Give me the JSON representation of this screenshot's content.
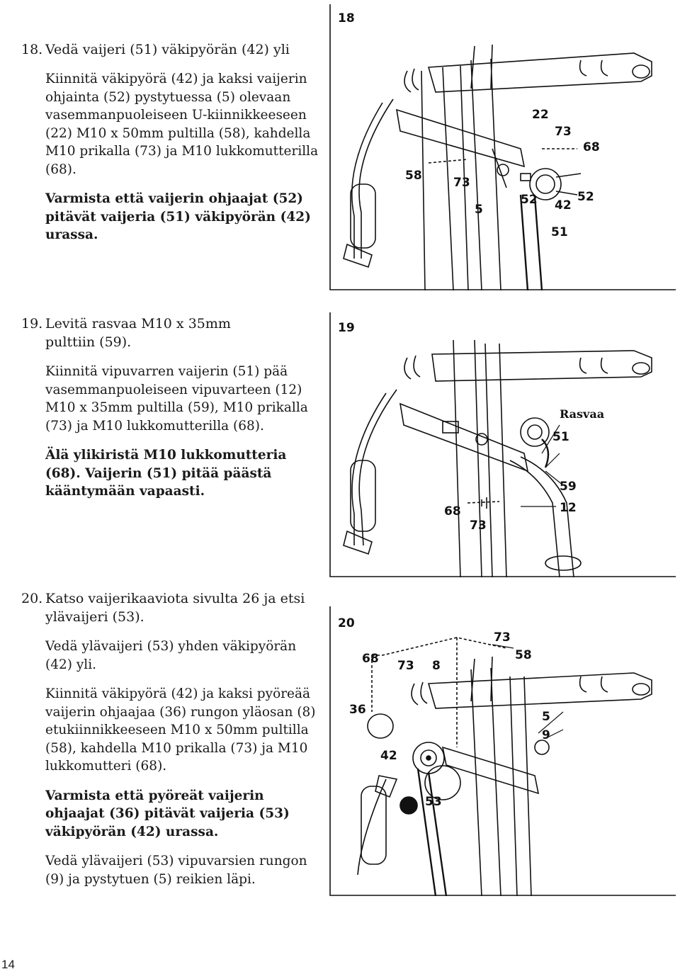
{
  "steps": [
    {
      "number": "18.",
      "title": "Vedä vaijeri (51) väkipyörän (42) yli",
      "paragraphs": [
        {
          "text": "Kiinnitä väkipyörä (42) ja kaksi vaijerin ohjainta (52) pystytuessa (5) olevaan vasemmanpuoleiseen U-kiinnikkeeseen (22) M10 x 50mm pultilla (58), kahdella M10 prikalla (73) ja M10 lukkomutterilla (68).",
          "bold": false
        },
        {
          "text": "Varmista että vaijerin ohjaajat (52) pitävät vaijeria (51) väkipyörän (42) urassa.",
          "bold": true
        }
      ]
    },
    {
      "number": "19.",
      "title": "Levitä rasvaa M10 x 35mm pulttiin (59).",
      "paragraphs": [
        {
          "text": "Kiinnitä vipuvarren vaijerin (51) pää vasemmanpuoleiseen vipuvarteen (12) M10 x 35mm pultilla (59), M10 prikalla (73) ja M10 lukkomutterilla (68).",
          "bold": false
        },
        {
          "text": "Älä ylikiristä M10 lukkomutteria (68). Vaijerin (51) pitää päästä kääntymään vapaasti.",
          "bold": true
        }
      ]
    },
    {
      "number": "20.",
      "title": "Katso vaijerikaaviota sivulta 26 ja etsi ylävaijeri (53).",
      "paragraphs": [
        {
          "text": "Vedä ylävaijeri (53) yhden väkipyörän (42) yli.",
          "bold": false
        },
        {
          "text": "Kiinnitä väkipyörä (42) ja kaksi pyöreää vaijerin ohjaajaa (36) rungon yläosan (8) etukiinnikkeeseen M10 x 50mm pultilla (58), kahdella M10 prikalla (73) ja M10 lukkomutteri (68).",
          "bold": false
        },
        {
          "text": "Varmista että pyöreät vaijerin ohjaajat (36) pitävät vaijeria (53) väkipyörän (42) urassa.",
          "bold": true
        },
        {
          "text": "Vedä ylävaijeri (53) vipuvarsien rungon (9) ja pystytuen (5) reikien läpi.",
          "bold": false
        }
      ]
    }
  ],
  "figures": [
    {
      "tag": "18",
      "labels": [
        "22",
        "73",
        "68",
        "58",
        "73",
        "52",
        "52",
        "42",
        "5",
        "51"
      ]
    },
    {
      "tag": "19",
      "labels": [
        "Rasvaa",
        "51",
        "59",
        "68",
        "73",
        "12"
      ]
    },
    {
      "tag": "20",
      "labels": [
        "73",
        "58",
        "68",
        "73",
        "8",
        "36",
        "5",
        "9",
        "42",
        "53"
      ]
    }
  ],
  "page_number": "14"
}
